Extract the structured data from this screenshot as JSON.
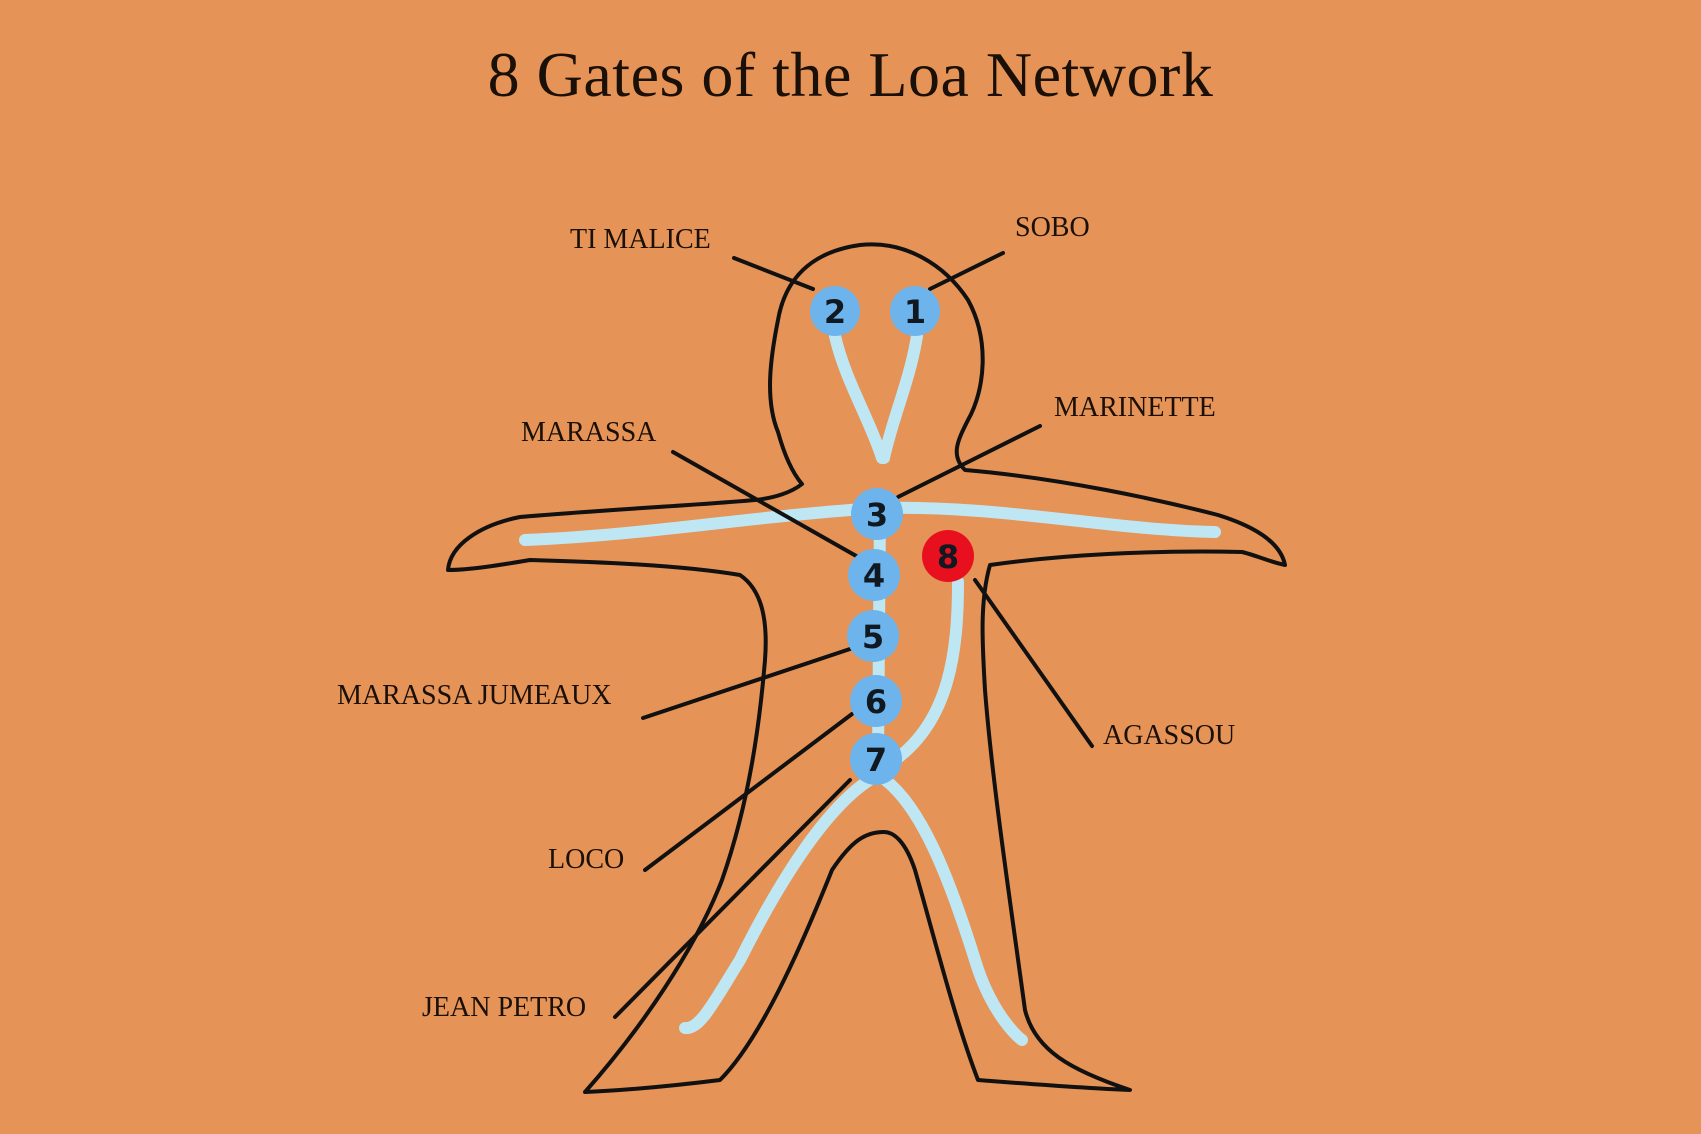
{
  "title": "8 Gates of the Loa Network",
  "colors": {
    "background": "#e59356",
    "gate": "#6db3ec",
    "gate_highlight": "#e8101e",
    "channel": "#bfe7f3",
    "outline": "#111111"
  },
  "gates": [
    {
      "number": "1",
      "label": "SOBO"
    },
    {
      "number": "2",
      "label": "TI MALICE"
    },
    {
      "number": "3",
      "label": "MARINETTE"
    },
    {
      "number": "4",
      "label": "MARASSA"
    },
    {
      "number": "5",
      "label": "MARASSA JUMEAUX"
    },
    {
      "number": "6",
      "label": "LOCO"
    },
    {
      "number": "7",
      "label": "JEAN PETRO"
    },
    {
      "number": "8",
      "label": "AGASSOU"
    }
  ]
}
